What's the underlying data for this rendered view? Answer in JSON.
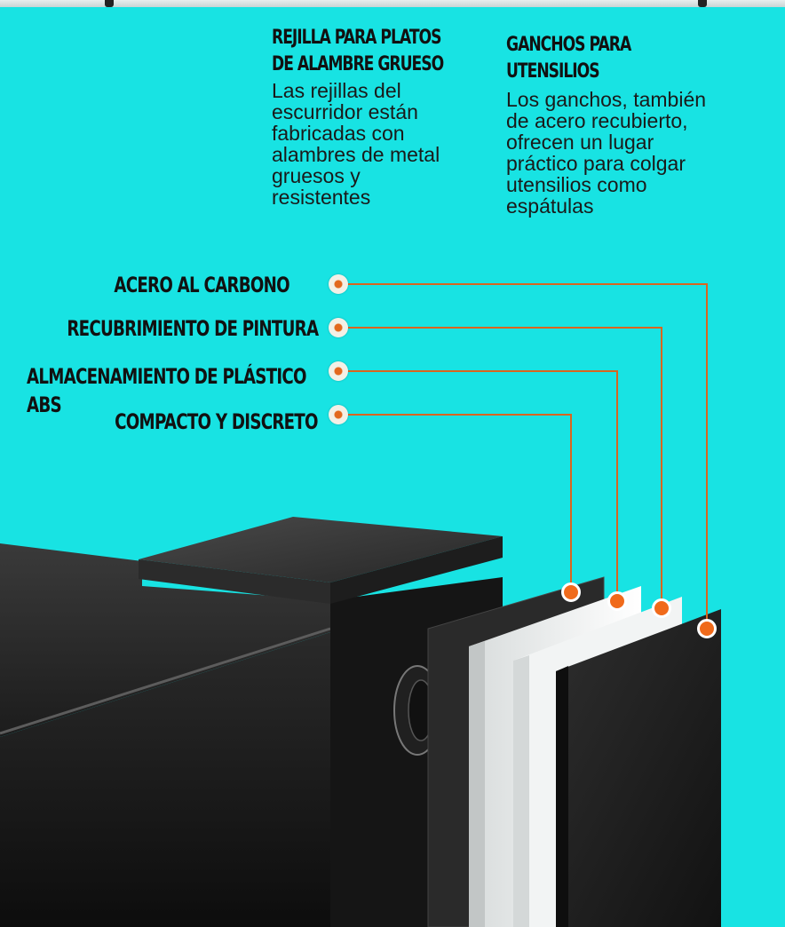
{
  "features": [
    {
      "title_line1": "REJILLA PARA PLATOS",
      "title_line2": "DE ALAMBRE GRUESO",
      "body_lines": [
        "Las rejillas del",
        "escurridor están",
        "fabricadas con",
        "alambres de metal",
        "gruesos y",
        "resistentes"
      ]
    },
    {
      "title_line1": "GANCHOS PARA",
      "title_line2": "UTENSILIOS",
      "body_lines": [
        "Los ganchos, también",
        "de acero recubierto,",
        "ofrecen un lugar",
        "práctico para colgar",
        "utensilios como",
        "espátulas"
      ]
    }
  ],
  "layers": [
    {
      "label": "ACERO AL CARBONO"
    },
    {
      "label": "RECUBRIMIENTO DE PINTURA"
    },
    {
      "label_line1": "ALMACENAMIENTO DE PLÁSTICO",
      "label_line2": "ABS"
    },
    {
      "label": "COMPACTO Y DISCRETO"
    }
  ],
  "colors": {
    "background": "#18e3e3",
    "accent": "#f06a1a",
    "text": "#111111"
  }
}
